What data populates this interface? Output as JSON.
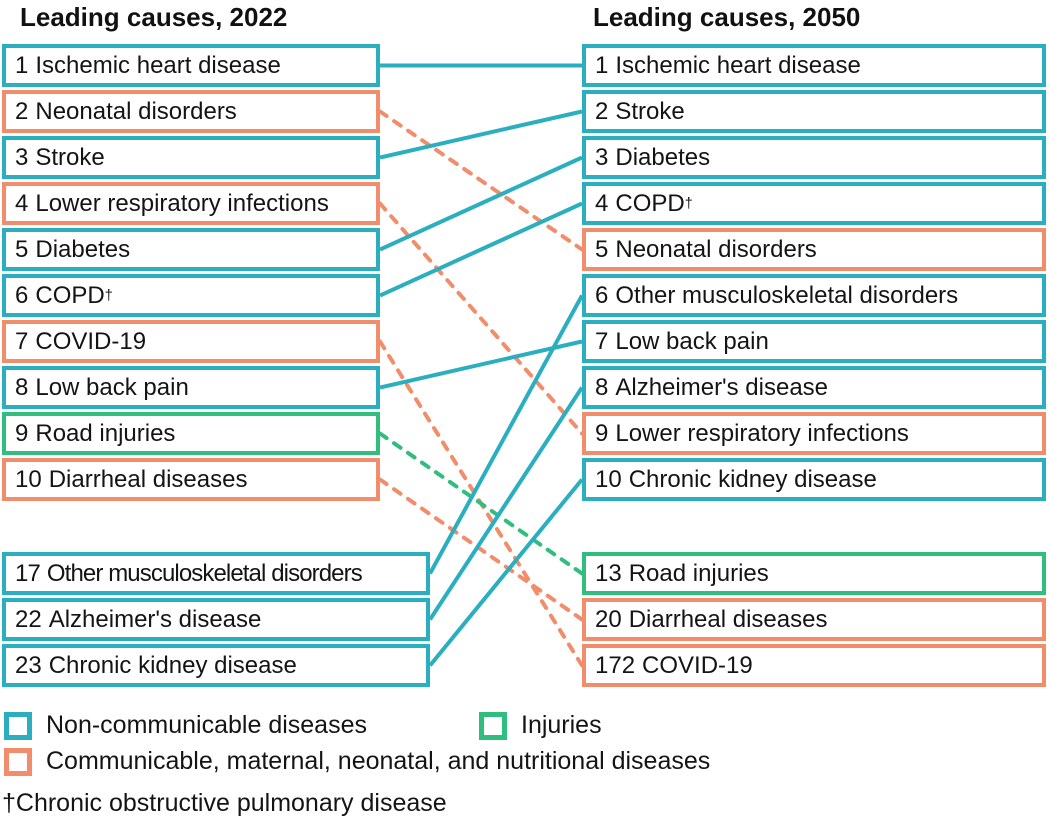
{
  "colors": {
    "ncd": "#2bafc0",
    "cmnn": "#f18d6b",
    "injury": "#2fbe7d",
    "text": "#141414"
  },
  "chart_data": {
    "type": "table",
    "subtype": "slope-rank-chart",
    "columns": [
      {
        "title": "Leading causes, 2022",
        "items": [
          {
            "rank": "1",
            "name": "Ischemic heart disease",
            "category": "ncd",
            "group": "top"
          },
          {
            "rank": "2",
            "name": "Neonatal disorders",
            "category": "cmnn",
            "group": "top"
          },
          {
            "rank": "3",
            "name": "Stroke",
            "category": "ncd",
            "group": "top"
          },
          {
            "rank": "4",
            "name": "Lower respiratory infections",
            "category": "cmnn",
            "group": "top"
          },
          {
            "rank": "5",
            "name": "Diabetes",
            "category": "ncd",
            "group": "top"
          },
          {
            "rank": "6",
            "name": "COPD",
            "sup": "†",
            "category": "ncd",
            "group": "top"
          },
          {
            "rank": "7",
            "name": "COVID-19",
            "category": "cmnn",
            "group": "top"
          },
          {
            "rank": "8",
            "name": "Low back pain",
            "category": "ncd",
            "group": "top"
          },
          {
            "rank": "9",
            "name": "Road injuries",
            "category": "injury",
            "group": "top"
          },
          {
            "rank": "10",
            "name": "Diarrheal diseases",
            "category": "cmnn",
            "group": "top"
          },
          {
            "rank": "17",
            "name": "Other musculoskeletal disorders",
            "category": "ncd",
            "group": "lower"
          },
          {
            "rank": "22",
            "name": "Alzheimer's disease",
            "category": "ncd",
            "group": "lower"
          },
          {
            "rank": "23",
            "name": "Chronic kidney disease",
            "category": "ncd",
            "group": "lower"
          }
        ]
      },
      {
        "title": "Leading causes, 2050",
        "items": [
          {
            "rank": "1",
            "name": "Ischemic heart disease",
            "category": "ncd",
            "group": "top"
          },
          {
            "rank": "2",
            "name": "Stroke",
            "category": "ncd",
            "group": "top"
          },
          {
            "rank": "3",
            "name": "Diabetes",
            "category": "ncd",
            "group": "top"
          },
          {
            "rank": "4",
            "name": "COPD",
            "sup": "†",
            "category": "ncd",
            "group": "top"
          },
          {
            "rank": "5",
            "name": "Neonatal disorders",
            "category": "cmnn",
            "group": "top"
          },
          {
            "rank": "6",
            "name": "Other musculoskeletal disorders",
            "category": "ncd",
            "group": "top"
          },
          {
            "rank": "7",
            "name": "Low back pain",
            "category": "ncd",
            "group": "top"
          },
          {
            "rank": "8",
            "name": "Alzheimer's disease",
            "category": "ncd",
            "group": "top"
          },
          {
            "rank": "9",
            "name": "Lower respiratory infections",
            "category": "cmnn",
            "group": "top"
          },
          {
            "rank": "10",
            "name": "Chronic kidney disease",
            "category": "ncd",
            "group": "top"
          },
          {
            "rank": "13",
            "name": "Road injuries",
            "category": "injury",
            "group": "lower"
          },
          {
            "rank": "20",
            "name": "Diarrheal diseases",
            "category": "cmnn",
            "group": "lower"
          },
          {
            "rank": "172",
            "name": "COVID-19",
            "category": "cmnn",
            "group": "lower"
          }
        ]
      }
    ],
    "links": [
      {
        "from": 0,
        "to": 0,
        "category": "ncd",
        "style": "solid"
      },
      {
        "from": 1,
        "to": 4,
        "category": "cmnn",
        "style": "dashed"
      },
      {
        "from": 2,
        "to": 1,
        "category": "ncd",
        "style": "solid"
      },
      {
        "from": 3,
        "to": 8,
        "category": "cmnn",
        "style": "dashed"
      },
      {
        "from": 4,
        "to": 2,
        "category": "ncd",
        "style": "solid"
      },
      {
        "from": 5,
        "to": 3,
        "category": "ncd",
        "style": "solid"
      },
      {
        "from": 6,
        "to": 12,
        "category": "cmnn",
        "style": "dashed"
      },
      {
        "from": 7,
        "to": 6,
        "category": "ncd",
        "style": "solid"
      },
      {
        "from": 8,
        "to": 10,
        "category": "injury",
        "style": "dashed"
      },
      {
        "from": 9,
        "to": 11,
        "category": "cmnn",
        "style": "dashed"
      },
      {
        "from": 10,
        "to": 5,
        "category": "ncd",
        "style": "solid"
      },
      {
        "from": 11,
        "to": 7,
        "category": "ncd",
        "style": "solid"
      },
      {
        "from": 12,
        "to": 9,
        "category": "ncd",
        "style": "solid"
      }
    ]
  },
  "legend": {
    "items": [
      {
        "label": "Non-communicable diseases",
        "category": "ncd"
      },
      {
        "label": "Injuries",
        "category": "injury"
      },
      {
        "label": "Communicable, maternal, neonatal, and nutritional diseases",
        "category": "cmnn"
      }
    ]
  },
  "footnote": "†Chronic obstructive pulmonary disease"
}
